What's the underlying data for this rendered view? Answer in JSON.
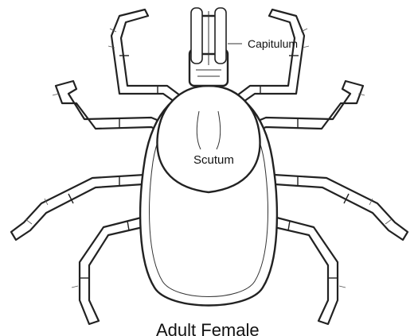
{
  "labels": {
    "capitulum": "Capitulum",
    "scutum": "Scutum",
    "caption": "Adult Female"
  },
  "colors": {
    "line": "#222222",
    "background": "#ffffff"
  }
}
